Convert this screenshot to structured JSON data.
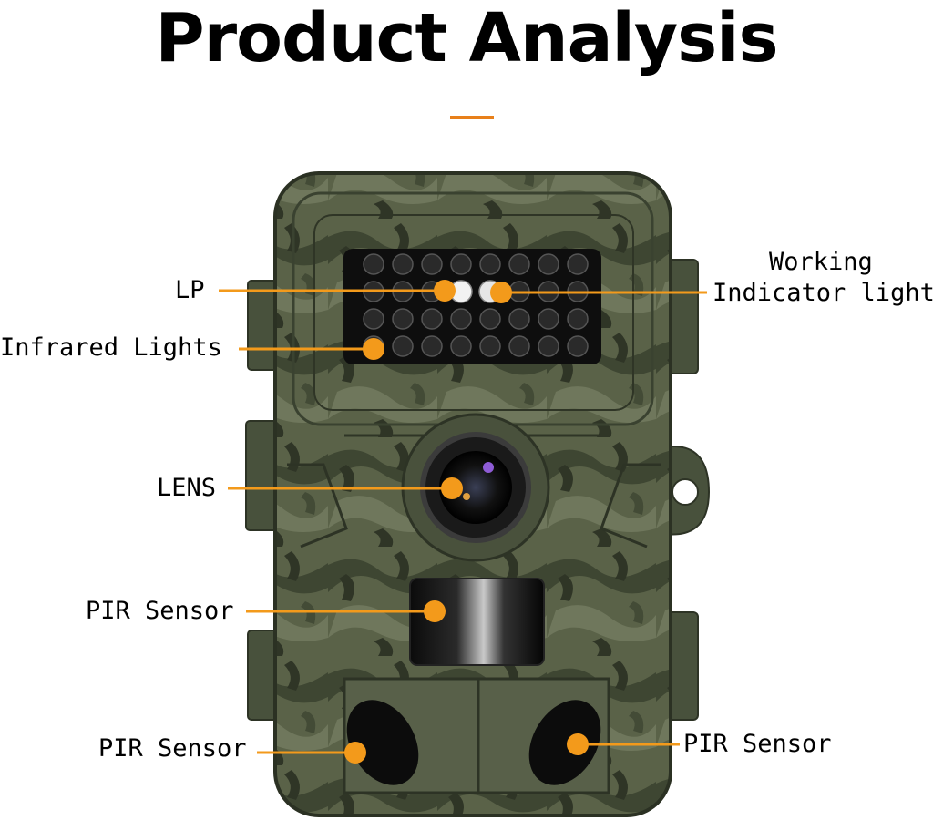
{
  "title": "Product Analysis",
  "accent_color": "#e8801a",
  "callout_color": "#f39a1b",
  "labels": {
    "lp": "LP",
    "infrared": "Infrared Lights",
    "lens": "LENS",
    "pir_center": "PIR Sensor",
    "pir_left": "PIR Sensor",
    "pir_right": "PIR Sensor",
    "working_1": "Working",
    "working_2": "Indicator light"
  }
}
